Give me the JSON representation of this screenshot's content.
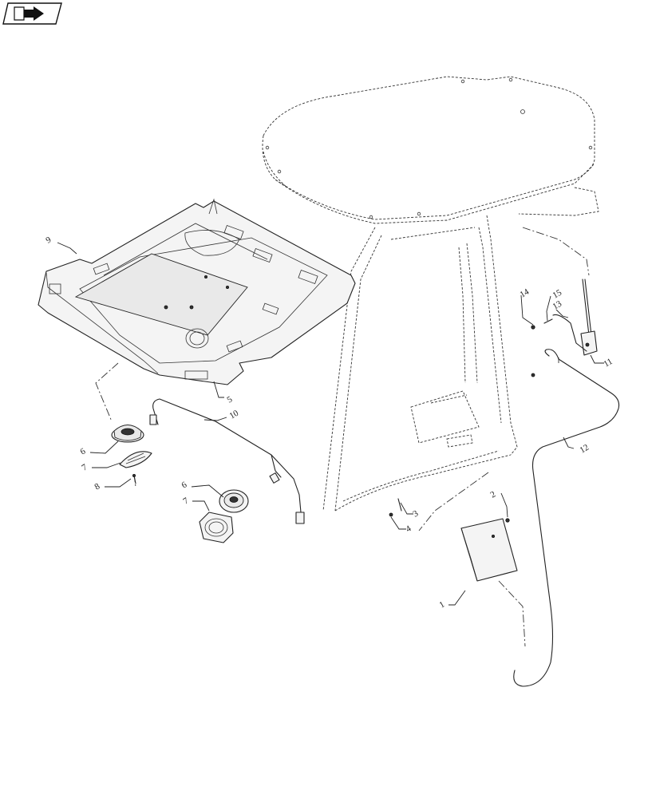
{
  "nav_icon": {
    "name": "next-page-arrow-icon"
  },
  "callouts": {
    "c1": "1",
    "c2": "2",
    "c3": "3",
    "c4": "4",
    "c5": "5",
    "c6a": "6",
    "c6b": "6",
    "c7a": "7",
    "c7b": "7",
    "c8": "8",
    "c9": "9",
    "c10": "10",
    "c11": "11",
    "c12": "12",
    "c13": "13",
    "c14": "14",
    "c15": "15"
  }
}
